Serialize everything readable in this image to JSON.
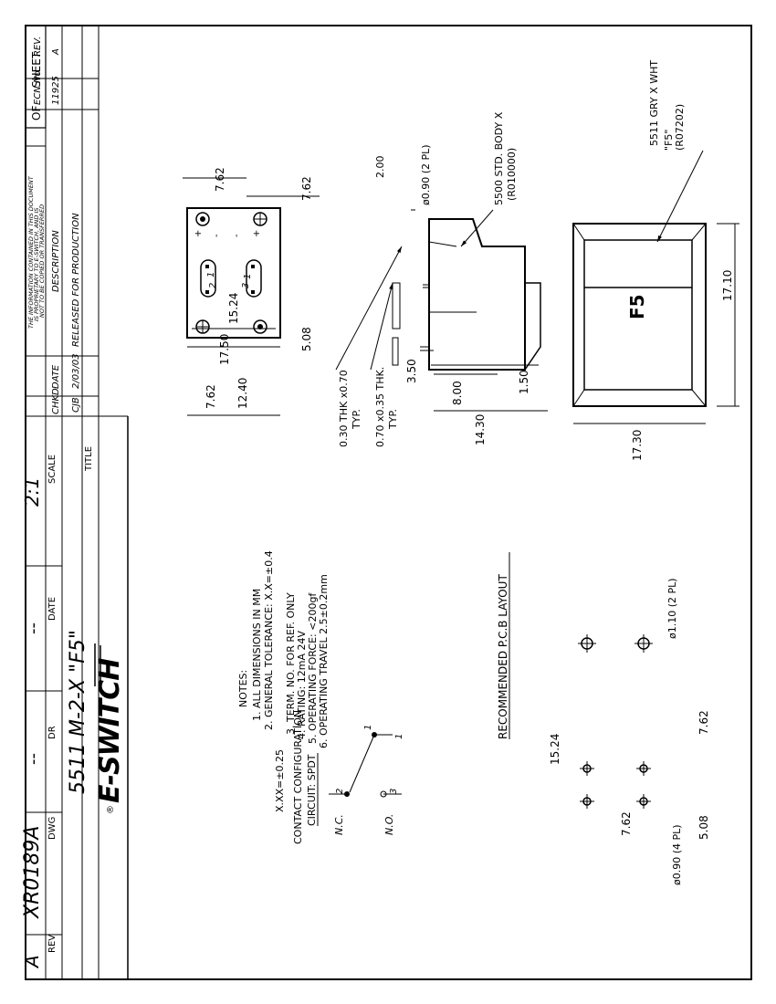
{
  "sheet": {
    "label": "SHEET",
    "of": "OF"
  },
  "title_block": {
    "title_label": "TITLE",
    "title": "5511 M-2-X \"F5\"",
    "scale_label": "SCALE",
    "scale": "2:1",
    "date_label": "DATE",
    "date": "--",
    "dr_label": "DR",
    "dr": "--",
    "dwg_label": "DWG",
    "dwg": "XR0189A",
    "rev_label": "REV",
    "rev": "A",
    "company": "E-SWITCH",
    "registered": "®"
  },
  "revision_block": {
    "headers": {
      "rev": "REV.",
      "ecn": "ECN No.",
      "description": "DESCRIPTION",
      "date": "DATE",
      "chkd": "CHKD"
    },
    "row": {
      "rev": "A",
      "ecn": "11925",
      "description": "RELEASED FOR PRODUCTION",
      "date": "2/03/03",
      "chkd": "CJB"
    },
    "notice": [
      "THE INFORMATION CONTAINED IN THIS DOCUMENT",
      "IS PROPRIETARY TO E-SWITCH, AND IS",
      "NOT TO BE COPIED OR TRANSFERRED"
    ]
  },
  "callouts": {
    "cap": [
      "5511 GRY X WHT",
      "\"F5\"",
      "(R07202)"
    ],
    "body": [
      "5500 STD. BODY X",
      "(R010000)"
    ],
    "pin_dia": "ø0.90 (2 PL)",
    "pin_w": "2.00",
    "term_wide": [
      "0.70 x0.35 THK.",
      "TYP."
    ],
    "term_thin": [
      "0.30 THK x0.70",
      "TYP."
    ],
    "cap_legend": "F5"
  },
  "dimensions": {
    "cap_w": "17.10",
    "cap_h": "17.30",
    "side_150": "1.50",
    "side_350": "3.50",
    "side_800": "8.00",
    "side_1430": "14.30",
    "bot_762a": "7.62",
    "bot_762b": "7.62",
    "bot_508": "5.08",
    "bot_1524": "15.24",
    "bot_1750": "17.50",
    "bot_762c": "7.62",
    "bot_1240": "12.40",
    "pcb_762a": "7.62",
    "pcb_508": "5.08",
    "pcb_1524": "15.24",
    "pcb_762b": "7.62",
    "pcb_hole_big": "ø1.10 (2 PL)",
    "pcb_hole_small": "ø0.90 (4 PL)"
  },
  "bottom_marks": {
    "t1": "1",
    "t2": "2",
    "t3": "3",
    "plus": "+",
    "minus": "-"
  },
  "pcb": {
    "title": "RECOMMENDED P.C.B LAYOUT"
  },
  "circuit": {
    "title": "CIRCUIT: SPDT",
    "subtitle": "CONTACT CONFIGURATION",
    "t1": "1",
    "t1b": "1",
    "t2": "2",
    "t3": "3",
    "no": "N.O.",
    "nc": "N.C."
  },
  "notes": {
    "heading": "NOTES:",
    "items": [
      "1. ALL DIMENSIONS IN MM",
      "2. GENERAL TOLERANCE: X.X=±0.4",
      "X.XX=±0.25",
      "3. TERM. NO. FOR REF. ONLY",
      "4. RATING: 12mA 24V",
      "5. OPERATING FORCE: <200gf",
      "6. OPERATING TRAVEL 2.5±0.2mm"
    ]
  }
}
